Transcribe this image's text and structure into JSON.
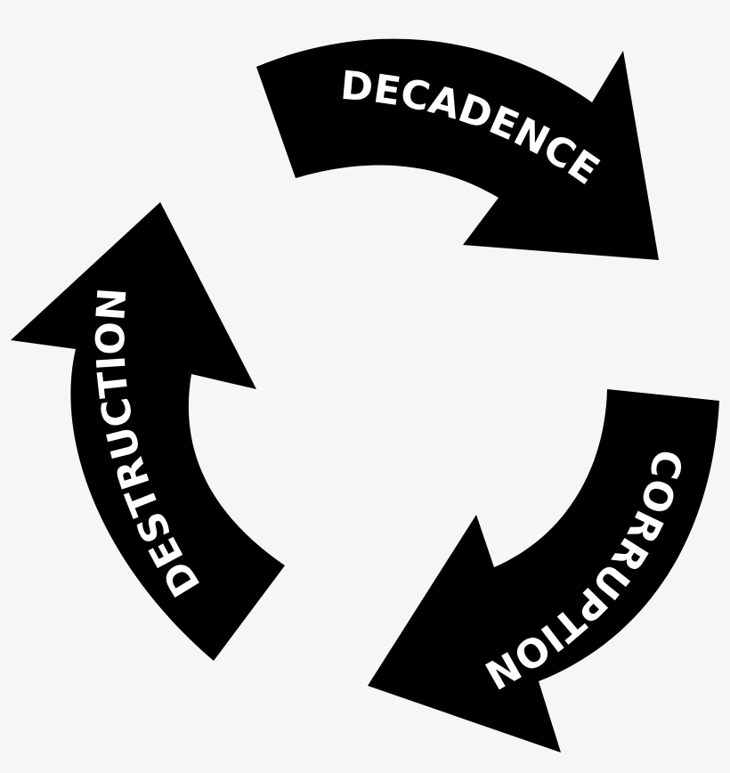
{
  "cycle": {
    "steps": [
      {
        "label": "DECADENCE"
      },
      {
        "label": "CORRUPTION"
      },
      {
        "label": "DESTRUCTION"
      }
    ]
  },
  "colors": {
    "arrow": "#000000",
    "text": "#ffffff",
    "background": "#f6f6f6"
  }
}
